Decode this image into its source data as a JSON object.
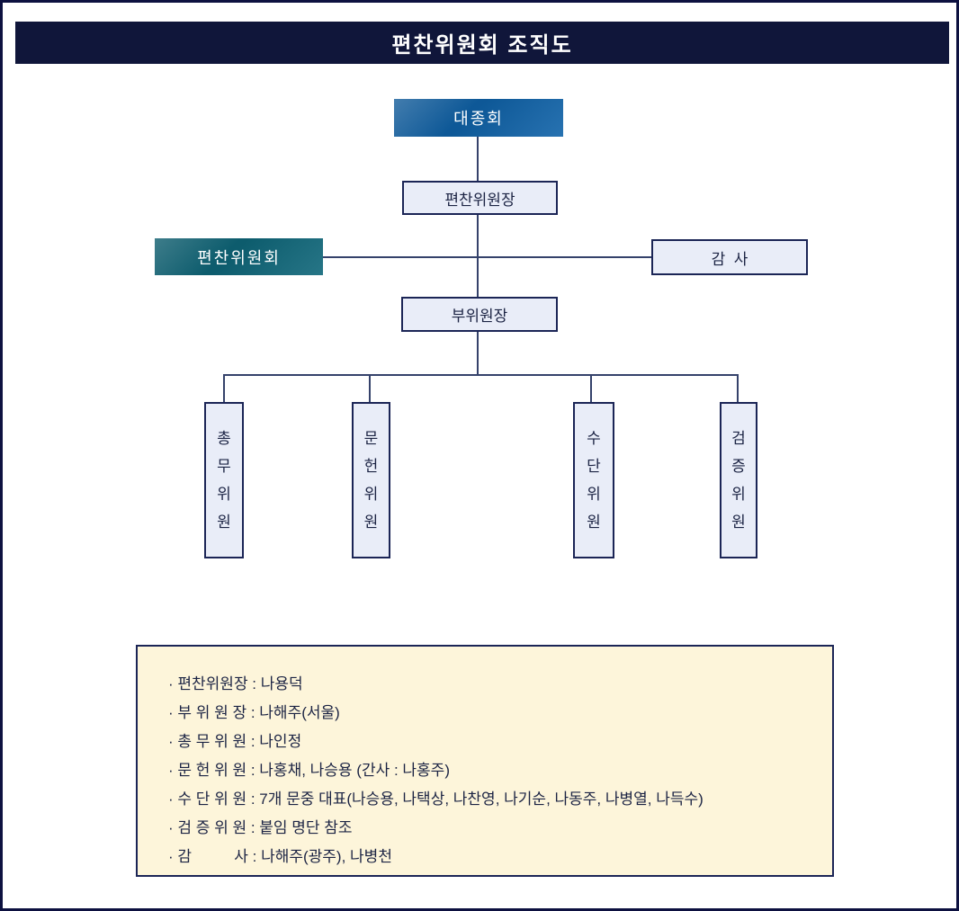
{
  "header": {
    "title": "편찬위원회 조직도"
  },
  "org_chart": {
    "top_node": {
      "label": "대종회"
    },
    "chairman_node": {
      "label": "편찬위원장"
    },
    "committee_node": {
      "label": "편찬위원회"
    },
    "auditor_node": {
      "label": "감  사"
    },
    "vice_chairman_node": {
      "label": "부위원장"
    },
    "sub_committee_nodes": [
      {
        "label": "총무위원"
      },
      {
        "label": "문헌위원"
      },
      {
        "label": "수단위원"
      },
      {
        "label": "검증위원"
      }
    ]
  },
  "notes": {
    "lines": [
      "· 편찬위원장 : 나용덕",
      "· 부 위 원 장 : 나해주(서울)",
      "· 총 무 위 원 : 나인정",
      "· 문 헌 위 원 : 나홍채, 나승용 (간사 : 나홍주)",
      "· 수 단 위 원 : 7개 문중 대표(나승용, 나택상, 나찬영, 나기순, 나동주, 나병열, 나득수)",
      "· 검 증 위 원 : 붙임 명단 참조",
      "· 감          사 : 나해주(광주), 나병천"
    ]
  },
  "colors": {
    "title_bar_bg": "#10163a",
    "title_text": "#ffffff",
    "top_node_bg": "#0f62a8",
    "committee_node_bg": "#0e6679",
    "light_node_bg": "#e9edf8",
    "node_border": "#1b2556",
    "connector_line": "#35426b",
    "notes_bg": "#fdf5da",
    "text_dark": "#1c2444"
  }
}
